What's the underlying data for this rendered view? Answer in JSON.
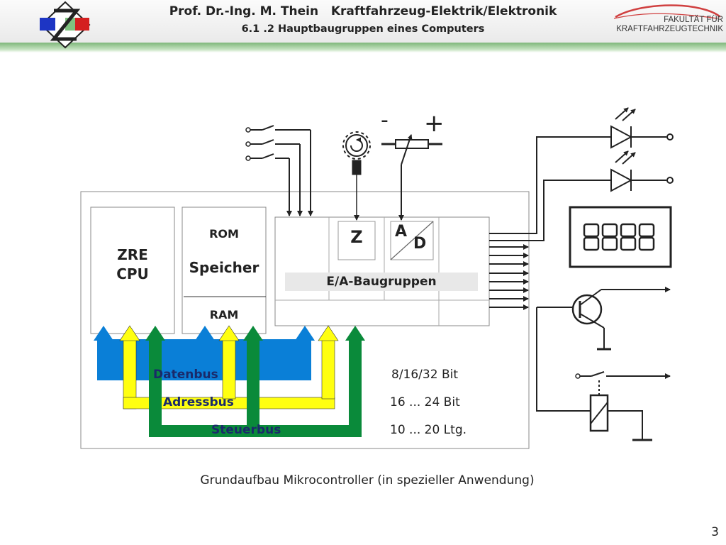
{
  "header": {
    "title": "Prof. Dr.-Ing. M. Thein   Kraftfahrzeug-Elektrik/Elektronik",
    "subtitle": "6.1 .2 Hauptbaugruppen eines Computers",
    "faculty_line1": "FAKULTÄT FÜR",
    "faculty_line2": "KRAFTFAHRZEUGTECHNIK"
  },
  "diagram": {
    "cpu_line1": "ZRE",
    "cpu_line2": "CPU",
    "rom_label": "ROM",
    "memory_label": "Speicher",
    "ram_label": "RAM",
    "io_label": "E/A-Baugruppen",
    "counter_label": "Z",
    "ad_a": "A",
    "ad_d": "D",
    "minus": "-",
    "plus": "+",
    "buses": [
      {
        "name": "Datenbus",
        "width": "8/16/32 Bit",
        "color": "#0a7fd7"
      },
      {
        "name": "Adressbus",
        "width": "16 ... 24 Bit",
        "color": "#ffff10"
      },
      {
        "name": "Steuerbus",
        "width": "10 ... 20 Ltg.",
        "color": "#0a8a3a"
      }
    ]
  },
  "caption": "Grundaufbau Mikrocontroller (in spezieller Anwendung)",
  "page_number": "3"
}
